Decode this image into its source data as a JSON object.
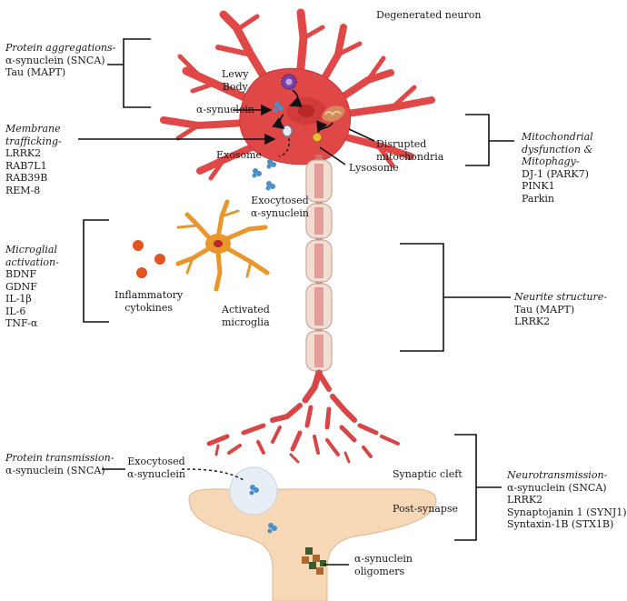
{
  "title": "Degenerated neuron",
  "groups": {
    "protein_aggregations": {
      "heading": "Protein aggregations-",
      "items": [
        "α-synuclein (SNCA)",
        "Tau (MAPT)"
      ]
    },
    "membrane_trafficking": {
      "heading_1": "Membrane",
      "heading_2": "trafficking-",
      "items": [
        "LRRK2",
        "RAB7L1",
        "RAB39B",
        "REM-8"
      ]
    },
    "mitochondrial": {
      "heading_1": "Mitochondrial",
      "heading_2": "dysfunction &",
      "heading_3": "Mitophagy-",
      "items": [
        "DJ-1 (PARK7)",
        "PINK1",
        "Parkin"
      ]
    },
    "microglial_activation": {
      "heading_1": "Microglial",
      "heading_2": "activation-",
      "items": [
        "BDNF",
        "GDNF",
        "IL-1β",
        "IL-6",
        "TNF-α"
      ]
    },
    "neurite_structure": {
      "heading": "Neurite structure-",
      "items": [
        "Tau (MAPT)",
        "LRRK2"
      ]
    },
    "protein_transmission": {
      "heading": "Protein transmission-",
      "items": [
        "α-synuclein (SNCA)"
      ]
    },
    "neurotransmission": {
      "heading": "Neurotransmission-",
      "items": [
        "α-synuclein (SNCA)",
        "LRRK2",
        "Synaptojanin 1 (SYNJ1)",
        "Syntaxin-1B (STX1B)"
      ]
    }
  },
  "labels": {
    "lewy_body_1": "Lewy",
    "lewy_body_2": "Body",
    "alpha_synuclein": "α-synuclein",
    "exosome": "Exosome",
    "disrupted_mito_1": "Disrupted",
    "disrupted_mito_2": "mitochondria",
    "lysosome": "Lysosome",
    "exocytosed_1": "Exocytosed",
    "exocytosed_2": "α-synuclein",
    "inflammatory_1": "Inflammatory",
    "inflammatory_2": "cytokines",
    "activated_microglia_1": "Activated",
    "activated_microglia_2": "microglia",
    "exocytosed_lower_1": "Exocytosed",
    "exocytosed_lower_2": "α-synuclein",
    "synaptic_cleft": "Synaptic cleft",
    "post_synapse": "Post-synapse",
    "oligomers_1": "α-synuclein",
    "oligomers_2": "oligomers"
  },
  "colors": {
    "neuron": "#e04848",
    "neuron_dark": "#c93535",
    "nucleus": "#b72828",
    "microglia": "#e9962a",
    "cytokine": "#e3541e",
    "myelin": "#f1ddd2",
    "postsynapse": "#f6d7b6",
    "vesicle": "#e8eef6",
    "synuclein": "#4a8fc9",
    "lewy": "#7c3fa8",
    "oligomer_dark": "#3c5a2e",
    "oligomer_light": "#b0672e"
  }
}
